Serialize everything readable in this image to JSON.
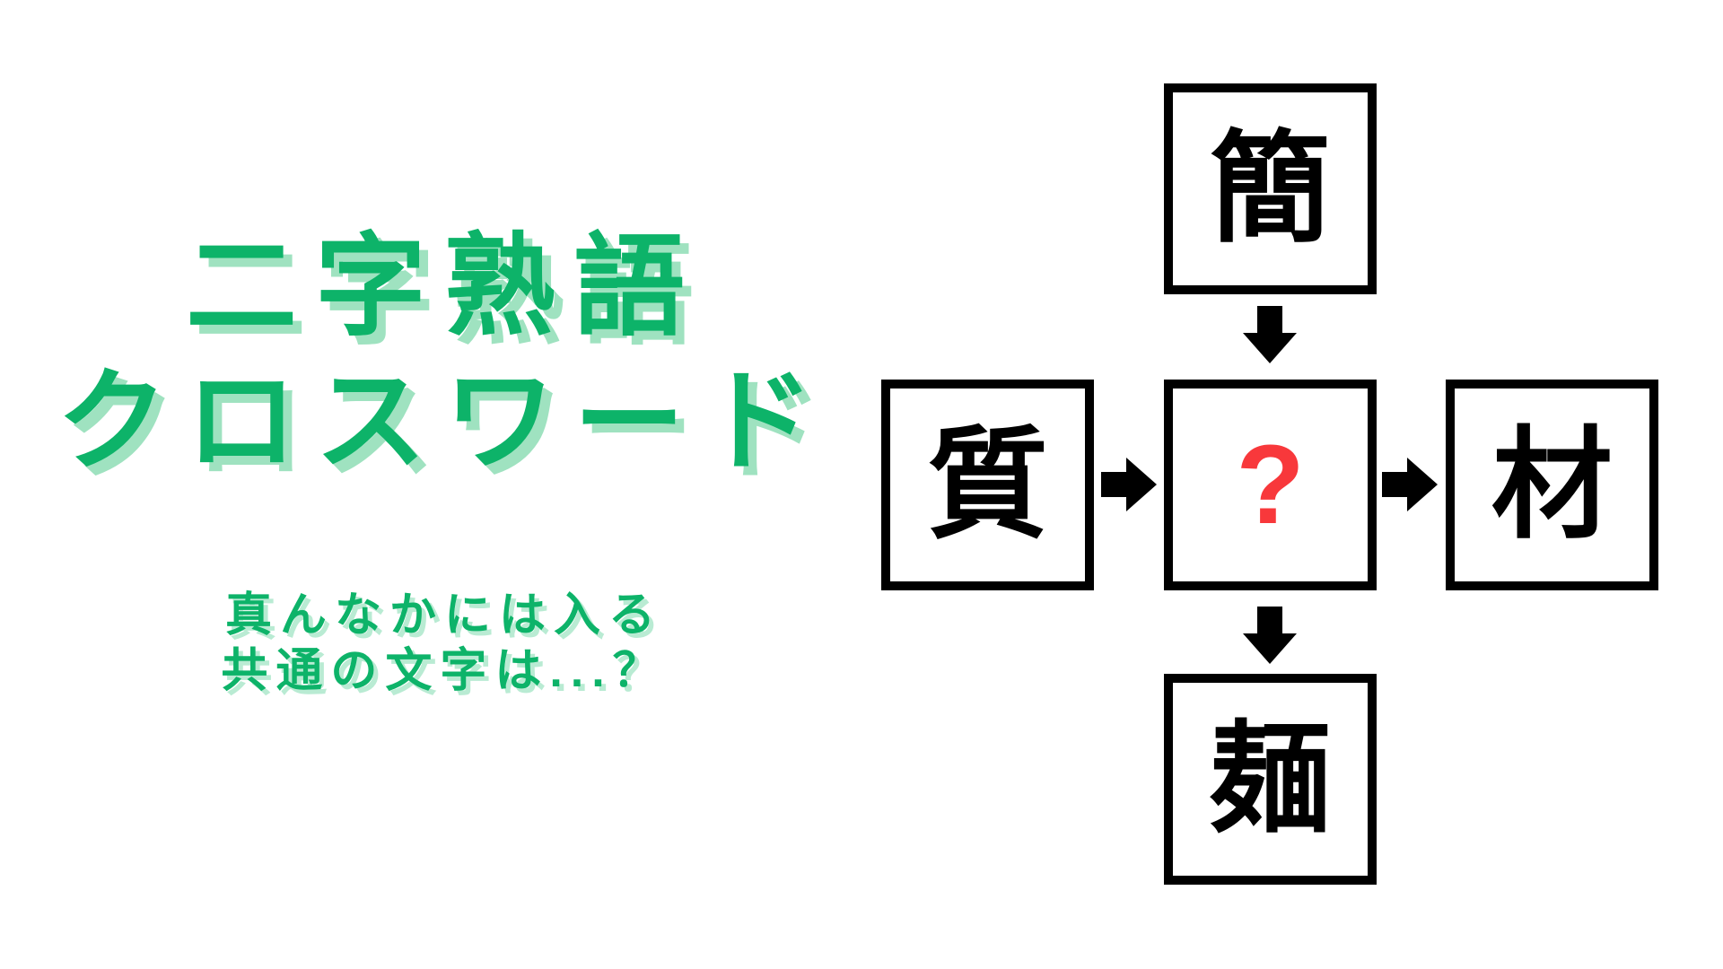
{
  "title": {
    "line1": "二字熟語",
    "line2": "クロスワード"
  },
  "subtitle": {
    "line1": "真んなかには入る",
    "line2": "共通の文字は...？"
  },
  "puzzle": {
    "cells": {
      "top": "簡",
      "left": "質",
      "center": "?",
      "right": "材",
      "bottom": "麺"
    },
    "arrows": [
      "top-to-center",
      "left-to-center",
      "center-to-right",
      "center-to-bottom"
    ]
  },
  "icons": {
    "arrow_down": "block-arrow-down",
    "arrow_right": "block-arrow-right"
  },
  "colors": {
    "background": "#ffffff",
    "title_green": "#0db369",
    "title_shadow_green": "#9fe2c0",
    "subtitle_shadow_green": "#b9ebd3",
    "question_red": "#f8383b",
    "box_border_black": "#000000",
    "kanji_black": "#000000"
  }
}
